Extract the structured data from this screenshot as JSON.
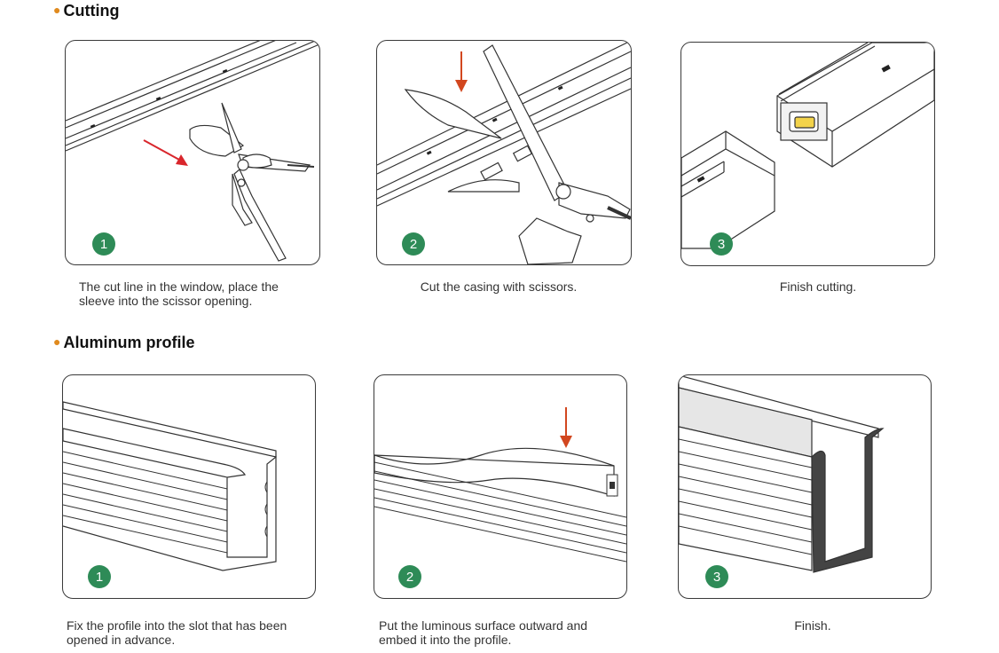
{
  "sections": [
    {
      "title": "Cutting",
      "steps": [
        {
          "number": "1",
          "caption_lines": [
            "The cut line in the window, place the",
            "sleeve into the scissor opening."
          ]
        },
        {
          "number": "2",
          "caption_lines": [
            "Cut the casing with scissors."
          ]
        },
        {
          "number": "3",
          "caption_lines": [
            "Finish cutting."
          ]
        }
      ]
    },
    {
      "title": "Aluminum profile",
      "steps": [
        {
          "number": "1",
          "caption_lines": [
            "Fix the profile into the slot that has been",
            "opened in advance."
          ]
        },
        {
          "number": "2",
          "caption_lines": [
            "Put the luminous surface outward and",
            "embed it into the profile."
          ]
        },
        {
          "number": "3",
          "caption_lines": [
            "Finish."
          ]
        }
      ]
    }
  ],
  "colors": {
    "bullet": "#e08a1e",
    "badge": "#2e8b57",
    "arrow_red": "#d9262c",
    "arrow_orange": "#d2471f",
    "led_yellow": "#f3d34a",
    "line": "#333333"
  },
  "icons": {
    "bullet": "dot-bullet-icon",
    "arrow": "arrow-icon",
    "scissors": "scissors-illustration"
  }
}
